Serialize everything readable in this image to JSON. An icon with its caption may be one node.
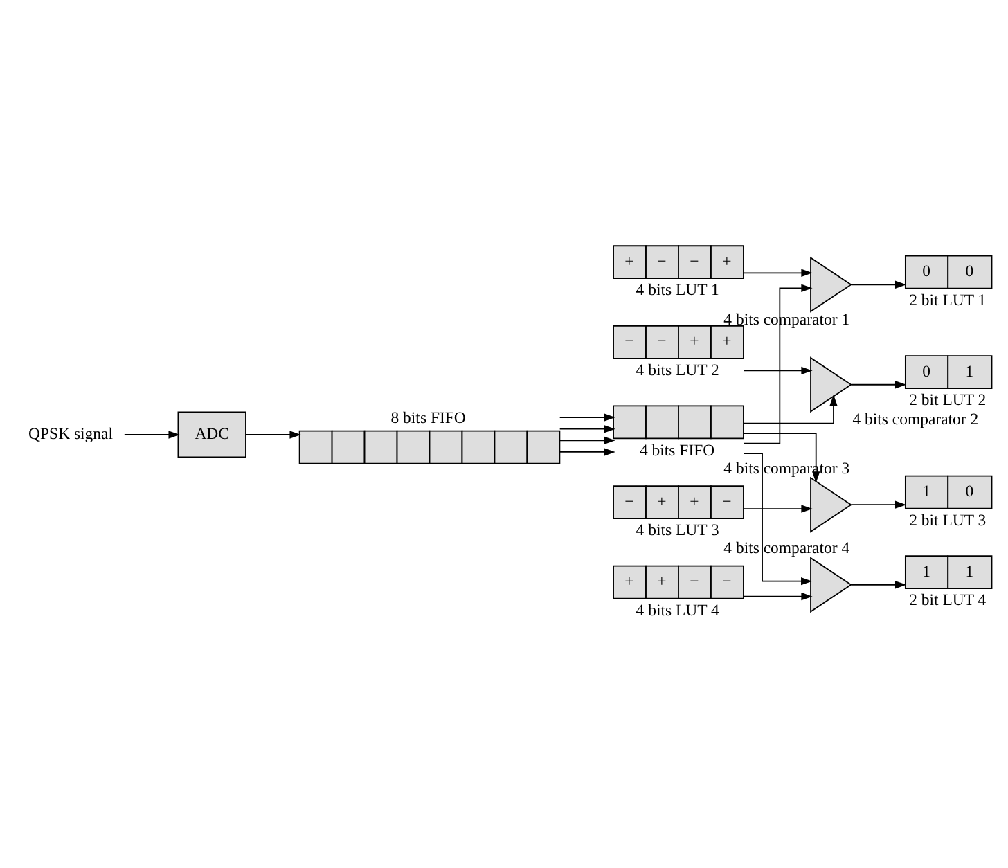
{
  "diagram": {
    "nodes": [
      {
        "text": [
          "ADC"
        ]
      },
      {
        "text": [],
        "shape": "bar",
        "beside": [
          "8 bits FIFO"
        ]
      },
      {
        "text": [
          "QPSK signal"
        ]
      },
      {
        "text": [],
        "shape": "bar",
        "beside": [
          "4 bits FIFO"
        ]
      },
      {
        "text": [],
        "shape": "triangle",
        "beside": [
          "4 bits comparator 1"
        ]
      },
      {
        "text": [
          "0",
          "0"
        ],
        "beside": [
          "2 bit LUT 1"
        ]
      },
      {
        "text": [
          "+",
          "−",
          "−",
          "+"
        ],
        "beside": [
          "4 bits LUT 1"
        ]
      },
      {
        "text": [],
        "shape": "triangle",
        "beside": [
          "4 bits comparator 2"
        ]
      },
      {
        "text": [
          "0",
          "1"
        ],
        "beside": [
          "2 bit LUT 2"
        ]
      },
      {
        "text": [
          "−",
          "−",
          "+",
          "+"
        ],
        "beside": [
          "4 bits LUT 2"
        ]
      },
      {
        "text": [],
        "shape": "triangle",
        "beside": [
          "4 bits comparator 3"
        ]
      },
      {
        "text": [
          "1",
          "0"
        ],
        "beside": [
          "2 bit LUT 3"
        ]
      },
      {
        "text": [
          "−",
          "+",
          "+",
          "−"
        ],
        "beside": [
          "4 bits LUT 3"
        ]
      },
      {
        "text": [],
        "shape": "triangle",
        "beside": [
          "4 bits comparator 4"
        ]
      },
      {
        "text": [
          "1",
          "1"
        ],
        "beside": [
          "2 bit LUT 4"
        ]
      },
      {
        "text": [
          "+",
          "+",
          "−",
          "−"
        ],
        "beside": [
          "4 bits LUT 4"
        ]
      }
    ],
    "edges": [
      {
        "from": 2,
        "to": 0,
        "arrow": "to"
      },
      {
        "from": 0,
        "to": 1,
        "arrow": "to"
      },
      {
        "from": 1,
        "to": 3,
        "arrow": "to"
      },
      {
        "from": 1,
        "to": 3,
        "arrow": "to"
      },
      {
        "from": 1,
        "to": 3,
        "arrow": "to"
      },
      {
        "from": 1,
        "to": 3,
        "arrow": "to"
      },
      {
        "from": 3,
        "to": 4,
        "arrow": "to"
      },
      {
        "from": 3,
        "to": 7,
        "arrow": "to"
      },
      {
        "from": 3,
        "to": 10,
        "arrow": "to"
      },
      {
        "from": 3,
        "to": 13,
        "arrow": "to"
      },
      {
        "from": 6,
        "to": 4,
        "arrow": "to"
      },
      {
        "from": 9,
        "to": 7,
        "arrow": "to"
      },
      {
        "from": 12,
        "to": 10,
        "arrow": "to"
      },
      {
        "from": 15,
        "to": 13,
        "arrow": "to"
      },
      {
        "from": 4,
        "to": 5,
        "arrow": "to"
      },
      {
        "from": 7,
        "to": 8,
        "arrow": "to"
      },
      {
        "from": 10,
        "to": 11,
        "arrow": "to"
      },
      {
        "from": 13,
        "to": 14,
        "arrow": "to"
      }
    ]
  }
}
